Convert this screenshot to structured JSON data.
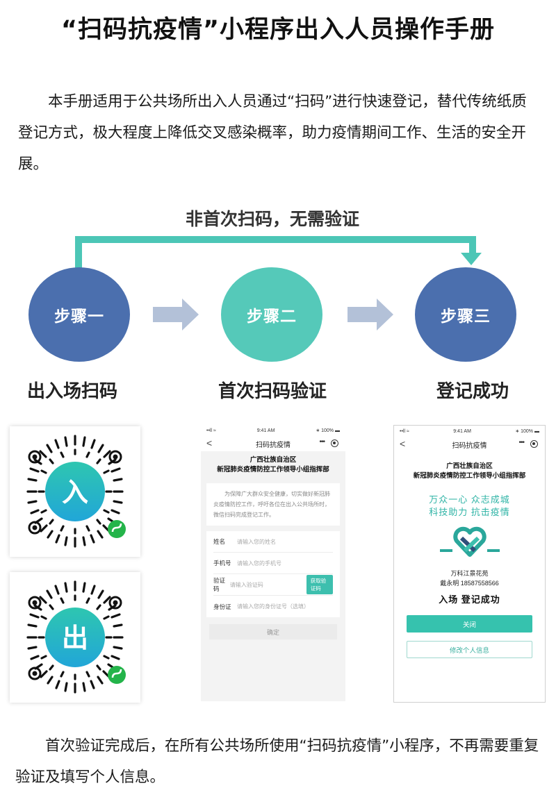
{
  "title": "“扫码抗疫情”小程序出入人员操作手册",
  "intro": "本手册适用于公共场所出入人员通过“扫码”进行快速登记，替代传统纸质登记方式，极大程度上降低交叉感染概率，助力疫情期间工作、生活的安全开展。",
  "flow": {
    "skip_caption": "非首次扫码，无需验证",
    "steps": [
      {
        "circle": "步骤一",
        "label": "出入场扫码"
      },
      {
        "circle": "步骤二",
        "label": "首次扫码验证"
      },
      {
        "circle": "步骤三",
        "label": "登记成功"
      }
    ]
  },
  "qr_codes": {
    "enter": "入",
    "exit": "出"
  },
  "phone_common": {
    "signal": "••ll ≈",
    "time": "9:41 AM",
    "battery": "∗ 100% ▬",
    "title": "扫码抗疫情",
    "back": "<",
    "more": "•••",
    "org_line1": "广西壮族自治区",
    "org_line2": "新冠肺炎疫情防控工作领导小组指挥部"
  },
  "verify_screen": {
    "notice": "为保障广大群众安全健康，切实做好新冠肺炎疫情防控工作，呼吁各位在出入公共场所时，微信扫码完成登记工作。",
    "fields": [
      {
        "label": "姓名",
        "placeholder": "请输入您的姓名"
      },
      {
        "label": "手机号",
        "placeholder": "请输入您的手机号"
      },
      {
        "label": "验证码",
        "placeholder": "请输入验证码"
      },
      {
        "label": "身份证",
        "placeholder": "请输入您的身份证号（选填）"
      }
    ],
    "get_code": "获取验证码",
    "confirm": "确定"
  },
  "success_screen": {
    "slogan_line1": "万众一心  众志成城",
    "slogan_line2": "科技助力  抗击疫情",
    "place": "万科江景花苑",
    "person": "戴永明  18587558566",
    "status": "入场  登记成功",
    "close": "关闭",
    "edit": "修改个人信息"
  },
  "outro": "首次验证完成后，在所有公共场所使用“扫码抗疫情”小程序，不再需要重复验证及填写个人信息。",
  "colors": {
    "blue": "#4b6fae",
    "teal": "#55c9b9",
    "arrow": "#b3c1d8",
    "accent": "#36c2ae"
  }
}
